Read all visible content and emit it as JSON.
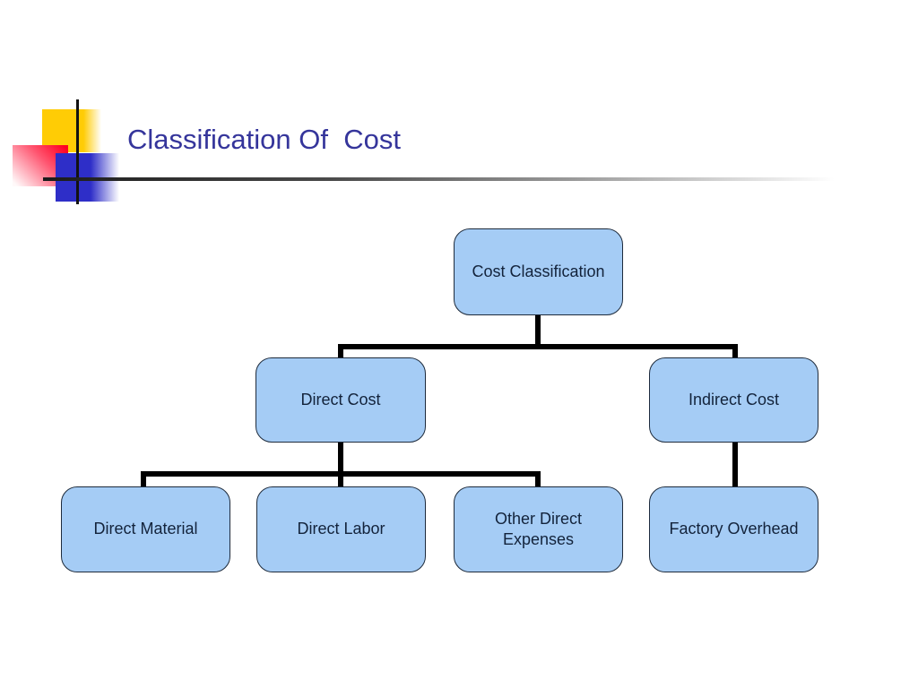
{
  "slide_title": "Classification Of  Cost",
  "diagram": {
    "type": "org-chart",
    "nodes": {
      "cost_classification": "Cost Classification",
      "direct_cost": "Direct Cost",
      "indirect_cost": "Indirect Cost",
      "direct_material": "Direct Material",
      "direct_labor": "Direct Labor",
      "other_direct_expenses": "Other Direct Expenses",
      "factory_overhead": "Factory Overhead"
    },
    "hierarchy": [
      {
        "parent": "Cost Classification",
        "children": [
          "Direct Cost",
          "Indirect Cost"
        ]
      },
      {
        "parent": "Direct Cost",
        "children": [
          "Direct Material",
          "Direct Labor",
          "Other Direct Expenses"
        ]
      },
      {
        "parent": "Indirect Cost",
        "children": [
          "Factory Overhead"
        ]
      }
    ],
    "colors": {
      "node_fill": "#A5CCF5",
      "node_border": "#1E2B3C",
      "node_text": "#13233B",
      "connector": "#000000",
      "title_text": "#35359B",
      "accent_yellow": "#FFCC05",
      "accent_red": "#FF0022",
      "accent_blue": "#2E2EC8"
    }
  }
}
